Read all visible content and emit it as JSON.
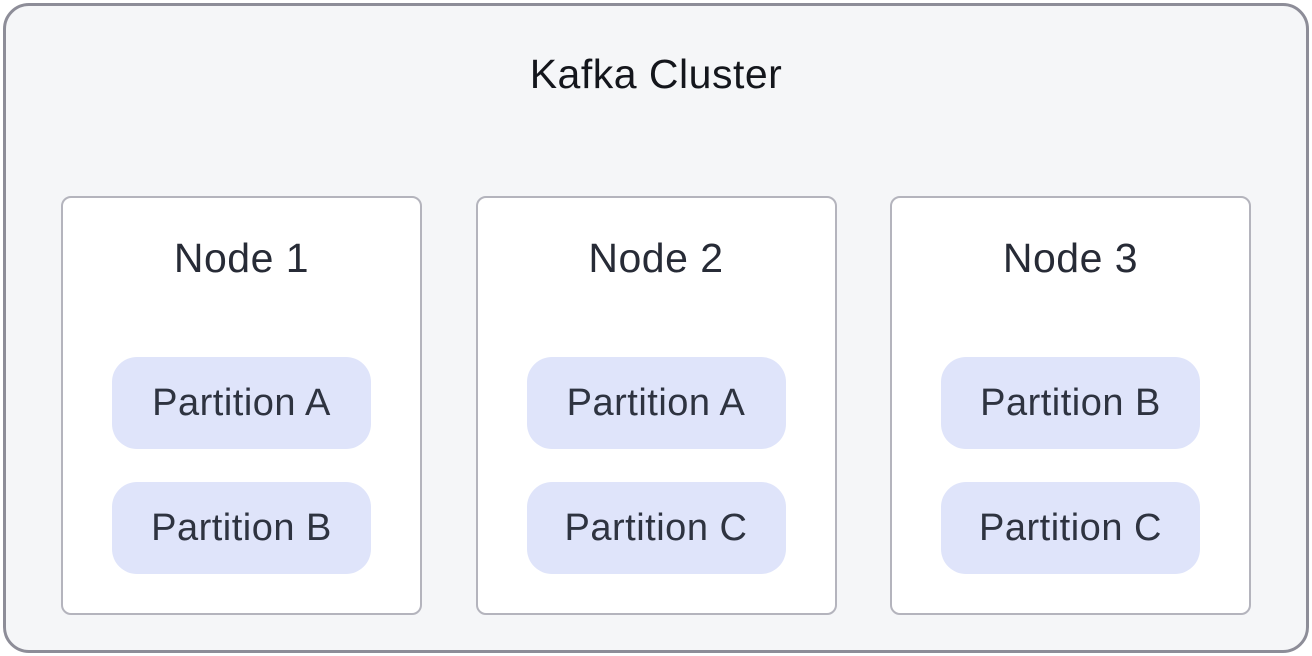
{
  "diagram": {
    "title": "Kafka Cluster",
    "nodes": [
      {
        "label": "Node 1",
        "partitions": [
          "Partition A",
          "Partition B"
        ]
      },
      {
        "label": "Node 2",
        "partitions": [
          "Partition A",
          "Partition C"
        ]
      },
      {
        "label": "Node 3",
        "partitions": [
          "Partition B",
          "Partition C"
        ]
      }
    ],
    "colors": {
      "container_background": "#f5f6f8",
      "container_border": "#8d8d98",
      "node_background": "#ffffff",
      "node_border": "#b4b4bd",
      "partition_background": "#dfe4fa",
      "title_text": "#14161c",
      "node_text": "#272b36",
      "partition_text": "#2e3340"
    }
  }
}
